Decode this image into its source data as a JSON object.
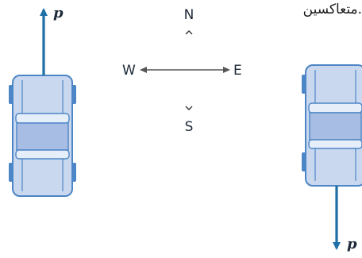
{
  "caption_text": "متعاكسين.",
  "momentum_label": "p",
  "compass": {
    "north": "N",
    "south": "S",
    "west": "W",
    "east": "E"
  },
  "colors": {
    "arrow_blue": "#1f6fa8",
    "car_body": "#c9d8ef",
    "car_outline": "#4d86c6",
    "car_window": "#a8bde3",
    "car_accent": "#e6eef9",
    "text": "#1e2a3a"
  },
  "left_car": {
    "momentum_direction": "north"
  },
  "right_car": {
    "momentum_direction": "south"
  }
}
